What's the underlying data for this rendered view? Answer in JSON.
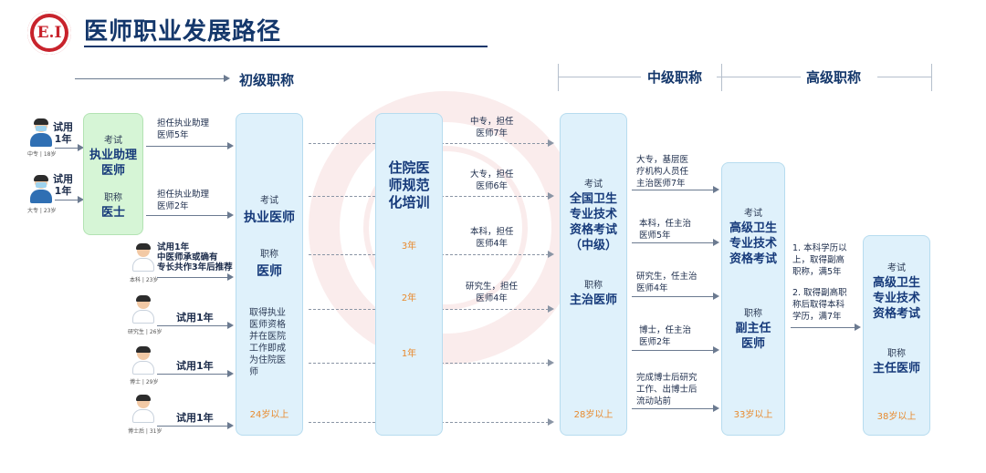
{
  "header": {
    "title": "医师职业发展路径",
    "logo_text": "E.I"
  },
  "levels": {
    "junior": "初级职称",
    "middle": "中级职称",
    "senior": "高级职称"
  },
  "people": [
    {
      "tag": "中专 | 18岁",
      "trial": "试用\n1年"
    },
    {
      "tag": "大专 | 23岁",
      "trial": "试用\n1年"
    },
    {
      "tag": "本科 | 23岁",
      "trial": "试用1年\n中医师承或确有\n专长共作3年后推荐"
    },
    {
      "tag": "研究生 | 26岁",
      "trial": "试用1年"
    },
    {
      "tag": "博士 | 29岁",
      "trial": "试用1年"
    },
    {
      "tag": "博士后 | 31岁",
      "trial": "试用1年"
    }
  ],
  "assistant_box": {
    "exam_label": "考试",
    "exam": "执业助理医师",
    "title_label": "职称",
    "title": "医士"
  },
  "assistant_notes": [
    "担任执业助理\n医师5年",
    "担任执业助理\n医师2年"
  ],
  "physician_box": {
    "exam_label": "考试",
    "exam": "执业医师",
    "title_label": "职称",
    "title": "医师",
    "note": "取得执业\n医师资格\n并在医院\n工作即成\n为住院医\n师",
    "age": "24岁以上"
  },
  "training_box": {
    "title": "住院医\n师规范\n化培训",
    "years": [
      "3年",
      "2年",
      "1年"
    ]
  },
  "middle_notes": [
    "中专，担任\n医师7年",
    "大专，担任\n医师6年",
    "本科，担任\n医师4年",
    "研究生，担任\n医师4年"
  ],
  "attending_box": {
    "exam_label": "考试",
    "exam": "全国卫生\n专业技术\n资格考试\n（中级）",
    "title_label": "职称",
    "title": "主治医师",
    "age": "28岁以上"
  },
  "senior_notes": [
    "大专，基层医\n疗机构人员任\n主治医师7年",
    "本科，任主治\n医师5年",
    "研究生，任主治\n医师4年",
    "博士，任主治\n医师2年",
    "完成博士后研究\n工作、出博士后\n流动站前"
  ],
  "associate_box": {
    "exam_label": "考试",
    "exam": "高级卫生\n专业技术\n资格考试",
    "title_label": "职称",
    "title": "副主任\n医师",
    "age": "33岁以上"
  },
  "chief_notes": [
    "1. 本科学历以\n上，取得副高\n职称，满5年",
    "2. 取得副高职\n称后取得本科\n学历，满7年"
  ],
  "chief_box": {
    "exam_label": "考试",
    "exam": "高级卫生\n专业技术\n资格考试",
    "title_label": "职称",
    "title": "主任医师",
    "age": "38岁以上"
  }
}
